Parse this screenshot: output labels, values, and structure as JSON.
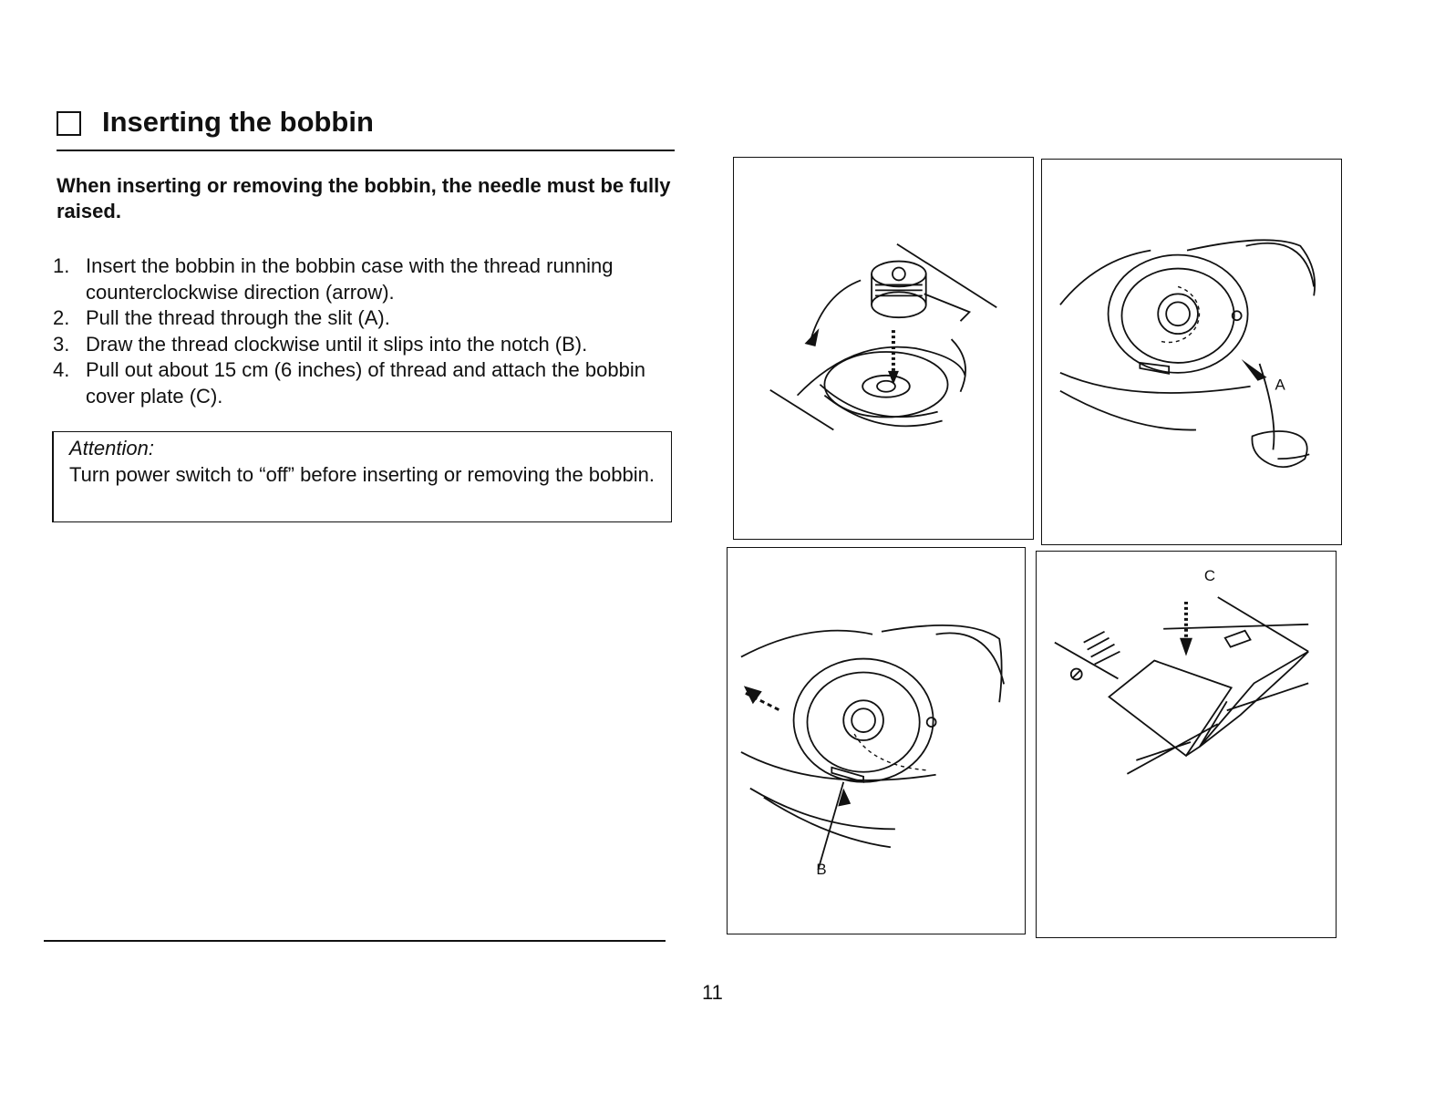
{
  "section": {
    "title": "Inserting the bobbin",
    "warning": "When inserting or removing the bobbin, the needle must be fully raised."
  },
  "steps": [
    {
      "number": "1.",
      "text": "Insert the bobbin in the bobbin case with the thread running counterclockwise direction (arrow)."
    },
    {
      "number": "2.",
      "text": "Pull the thread through the slit (A)."
    },
    {
      "number": "3.",
      "text": "Draw the thread clockwise until it slips into the notch (B)."
    },
    {
      "number": "4.",
      "text": "Pull out about 15 cm (6 inches) of thread and attach the bobbin cover plate (C)."
    }
  ],
  "attention": {
    "heading": "Attention:",
    "text": "Turn power switch to “off” before inserting or removing the bobbin."
  },
  "figures": {
    "label_a": "A",
    "label_b": "B",
    "label_c": "C"
  },
  "page_number": "11"
}
